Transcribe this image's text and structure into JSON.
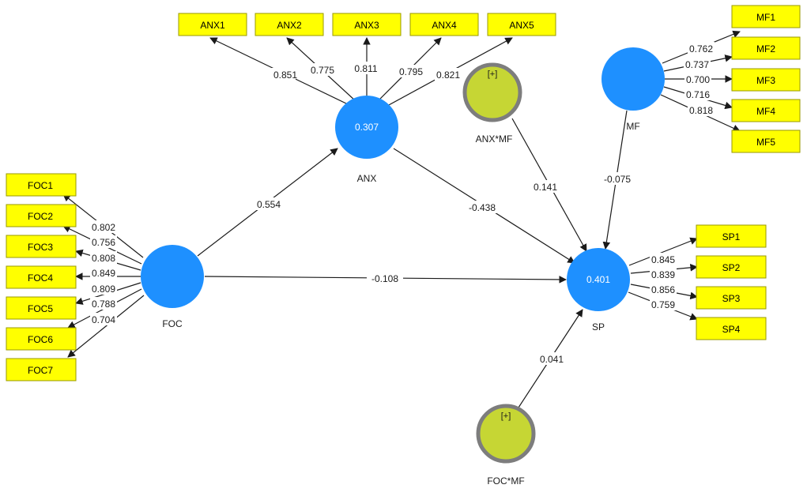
{
  "constructs": {
    "FOC": {
      "name": "FOC",
      "value": ""
    },
    "ANX": {
      "name": "ANX",
      "value": "0.307"
    },
    "SP": {
      "name": "SP",
      "value": "0.401"
    },
    "MF": {
      "name": "MF",
      "value": ""
    },
    "ANX_MF": {
      "name": "ANX*MF",
      "tag": "[+]"
    },
    "FOC_MF": {
      "name": "FOC*MF",
      "tag": "[+]"
    }
  },
  "indicators": {
    "ANX": [
      {
        "label": "ANX1",
        "loading": "0.851"
      },
      {
        "label": "ANX2",
        "loading": "0.775"
      },
      {
        "label": "ANX3",
        "loading": "0.811"
      },
      {
        "label": "ANX4",
        "loading": "0.795"
      },
      {
        "label": "ANX5",
        "loading": "0.821"
      }
    ],
    "FOC": [
      {
        "label": "FOC1",
        "loading": "0.802"
      },
      {
        "label": "FOC2",
        "loading": "0.756"
      },
      {
        "label": "FOC3",
        "loading": "0.808"
      },
      {
        "label": "FOC4",
        "loading": "0.849"
      },
      {
        "label": "FOC5",
        "loading": "0.809"
      },
      {
        "label": "FOC6",
        "loading": "0.788"
      },
      {
        "label": "FOC7",
        "loading": "0.704"
      }
    ],
    "MF": [
      {
        "label": "MF1",
        "loading": "0.762"
      },
      {
        "label": "MF2",
        "loading": "0.737"
      },
      {
        "label": "MF3",
        "loading": "0.700"
      },
      {
        "label": "MF4",
        "loading": "0.716"
      },
      {
        "label": "MF5",
        "loading": "0.818"
      }
    ],
    "SP": [
      {
        "label": "SP1",
        "loading": "0.845"
      },
      {
        "label": "SP2",
        "loading": "0.839"
      },
      {
        "label": "SP3",
        "loading": "0.856"
      },
      {
        "label": "SP4",
        "loading": "0.759"
      }
    ]
  },
  "paths": [
    {
      "from": "FOC",
      "to": "ANX",
      "coef": "0.554"
    },
    {
      "from": "FOC",
      "to": "SP",
      "coef": "-0.108"
    },
    {
      "from": "ANX",
      "to": "SP",
      "coef": "-0.438"
    },
    {
      "from": "ANX*MF",
      "to": "SP",
      "coef": "0.141"
    },
    {
      "from": "MF",
      "to": "SP",
      "coef": "-0.075"
    },
    {
      "from": "FOC*MF",
      "to": "SP",
      "coef": "0.041"
    }
  ],
  "colors": {
    "construct": "#1e90ff",
    "moderator": "#c6d634",
    "moderator_border": "#7d7d7d",
    "indicator": "#ffff00"
  }
}
